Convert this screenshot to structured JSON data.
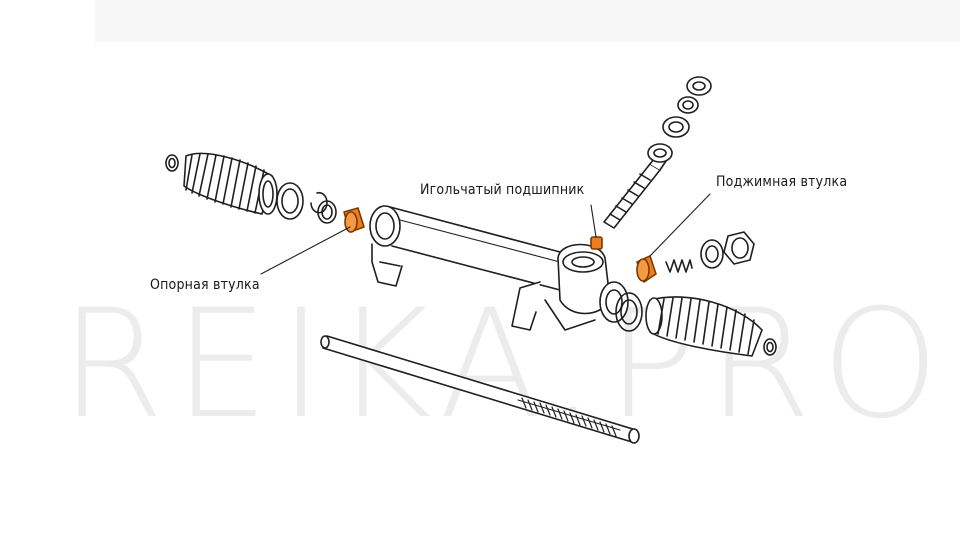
{
  "watermark": "REIKA.PRO",
  "labels": {
    "support_bushing": "Опорная втулка",
    "needle_bearing": "Игольчатый подшипник",
    "clamp_bushing": "Поджимная втулка"
  },
  "colors": {
    "highlight": "#f07d1c",
    "line": "#1f1f1f",
    "watermark": "#ececec"
  }
}
